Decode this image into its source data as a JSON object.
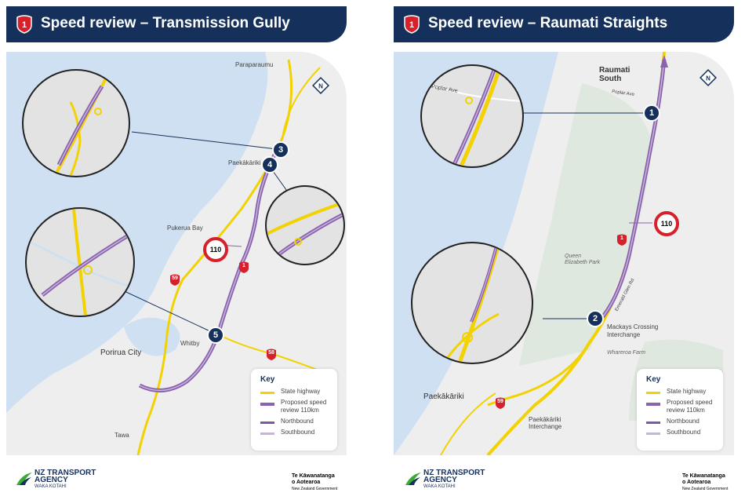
{
  "colors": {
    "navy": "#15315b",
    "state_highway": "#f2d200",
    "proposed": "#8a63ad",
    "northbound": "#7d58a5",
    "southbound": "#c7b3dd",
    "sea": "#cfe0f2",
    "land": "#eeeeee",
    "green": "#dfe8df",
    "red": "#d6202b"
  },
  "left": {
    "shield_number": "1",
    "title": "Speed review – Transmission Gully",
    "labels": {
      "paraparaumu": "Paraparaumu",
      "paekakariki": "Paekākāriki",
      "pukerua_bay": "Pukerua Bay",
      "whitby": "Whitby",
      "porirua_city": "Porirua City",
      "tawa": "Tawa"
    },
    "markers": [
      "3",
      "4",
      "5"
    ],
    "speed_sign": "110",
    "route_shields": [
      "59",
      "1",
      "58"
    ],
    "north_letter": "N",
    "key": {
      "title": "Key",
      "items": [
        "State highway",
        "Proposed speed review 110km",
        "Northbound",
        "Southbound"
      ]
    }
  },
  "right": {
    "shield_number": "1",
    "title": "Speed review – Raumati Straights",
    "labels": {
      "raumati_south": "Raumati South",
      "poplar_ave_map": "Poplar Ave",
      "poplar_ave_inset": "Poplar Ave",
      "queen_elizabeth_park": "Queen Elizabeth Park",
      "mackays_crossing": "Mackays Crossing Interchange",
      "whareroa_farm": "Whareroa Farm",
      "emerald_glen_rd": "Emerald Glen Rd",
      "paekakariki": "Paekākāriki",
      "paekakariki_interchange": "Paekākāriki Interchange"
    },
    "markers": [
      "1",
      "2"
    ],
    "speed_sign": "110",
    "route_shields": [
      "1",
      "59"
    ],
    "north_letter": "N",
    "key": {
      "title": "Key",
      "items": [
        "State highway",
        "Proposed speed review 110km",
        "Northbound",
        "Southbound"
      ]
    }
  },
  "footer": {
    "nzta_line1": "NZ TRANSPORT",
    "nzta_line2": "AGENCY",
    "nzta_line3": "WAKA KOTAHI",
    "gov_line1": "Te Kāwanatanga",
    "gov_line2": "o Aotearoa",
    "gov_line3": "New Zealand Government"
  }
}
